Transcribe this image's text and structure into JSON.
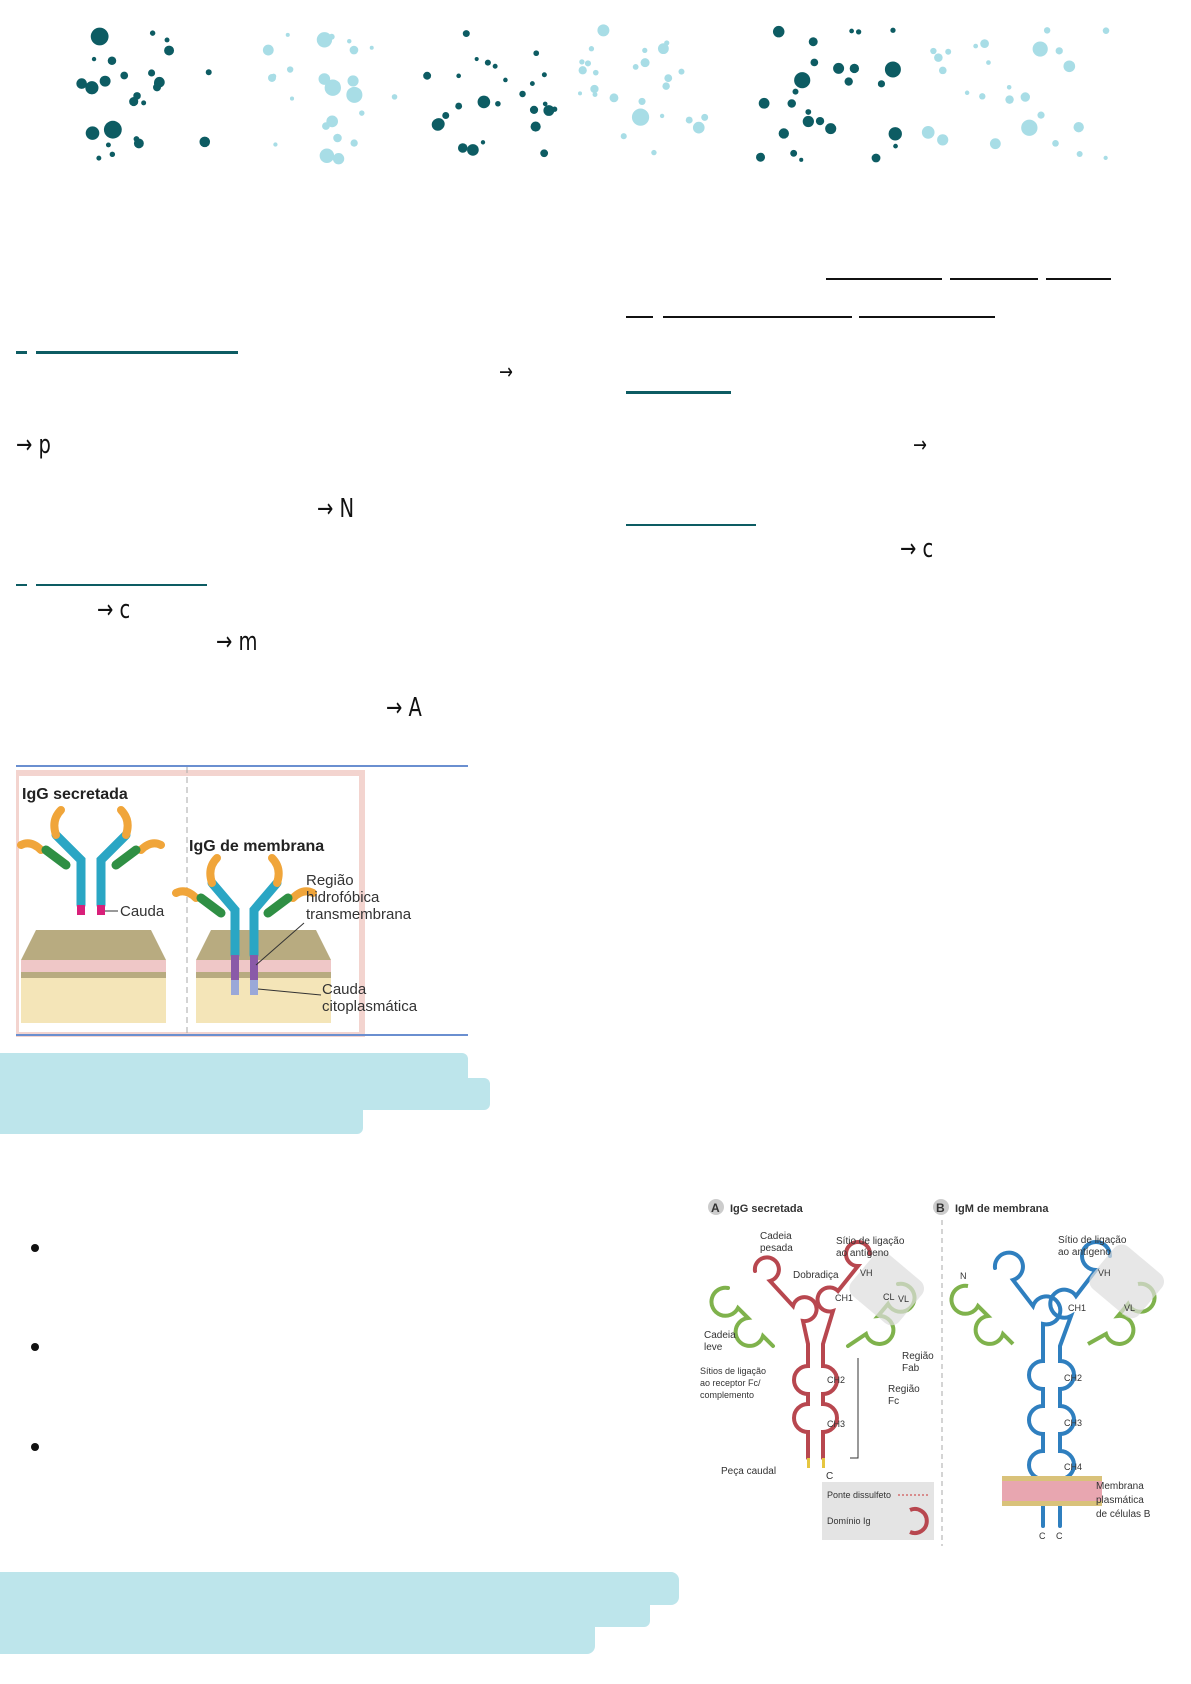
{
  "header": {
    "decoration": "dots-banner",
    "colors": {
      "dark": "#0d5c63",
      "light": "#a8dde6"
    }
  },
  "left_column": {
    "notes": [
      {
        "text": "→"
      },
      {
        "text": "→ p"
      },
      {
        "text": "→  N"
      },
      {
        "text": "→   c"
      },
      {
        "text": "→   m"
      },
      {
        "text": "→      A"
      }
    ]
  },
  "right_column": {
    "notes": [
      {
        "text": "→"
      },
      {
        "text": "→      c"
      }
    ]
  },
  "figure1": {
    "left_title": "IgG secretada",
    "right_title": "IgG de membrana",
    "label_cauda": "Cauda",
    "label_regiao": [
      "Região",
      "hidrofóbica",
      "transmembrana"
    ],
    "label_cauda_cito": [
      "Cauda",
      "citoplasmática"
    ]
  },
  "figure2": {
    "panel_a": {
      "letter": "A",
      "title": "IgG secretada"
    },
    "panel_b": {
      "letter": "B",
      "title": "IgM de membrana"
    },
    "labels": {
      "cadeia_pesada": [
        "Cadeia",
        "pesada"
      ],
      "sitio": [
        "Sítio de ligação",
        "ao antígeno"
      ],
      "dobradica": "Dobradiça",
      "cadeia_leve": [
        "Cadeia",
        "leve"
      ],
      "sitios_fc": [
        "Sítios de ligação",
        "ao receptor Fc/",
        "complemento"
      ],
      "regiao_fab": [
        "Região",
        "Fab"
      ],
      "regiao_fc": [
        "Região",
        "Fc"
      ],
      "peca_caudal": "Peça caudal",
      "ponte": "Ponte dissulfeto",
      "dominio": "Domínio Ig",
      "membrana": [
        "Membrana",
        "plasmática",
        "de células B"
      ],
      "vh": "VH",
      "vl": "VL",
      "ch1": "CH1",
      "cl": "CL",
      "ch2": "CH2",
      "ch3": "CH3",
      "ch4": "CH4",
      "n": "N",
      "c": "C"
    },
    "colors": {
      "heavy_a": "#b8474f",
      "light": "#7fb24c",
      "heavy_b": "#2f7fbf"
    }
  }
}
